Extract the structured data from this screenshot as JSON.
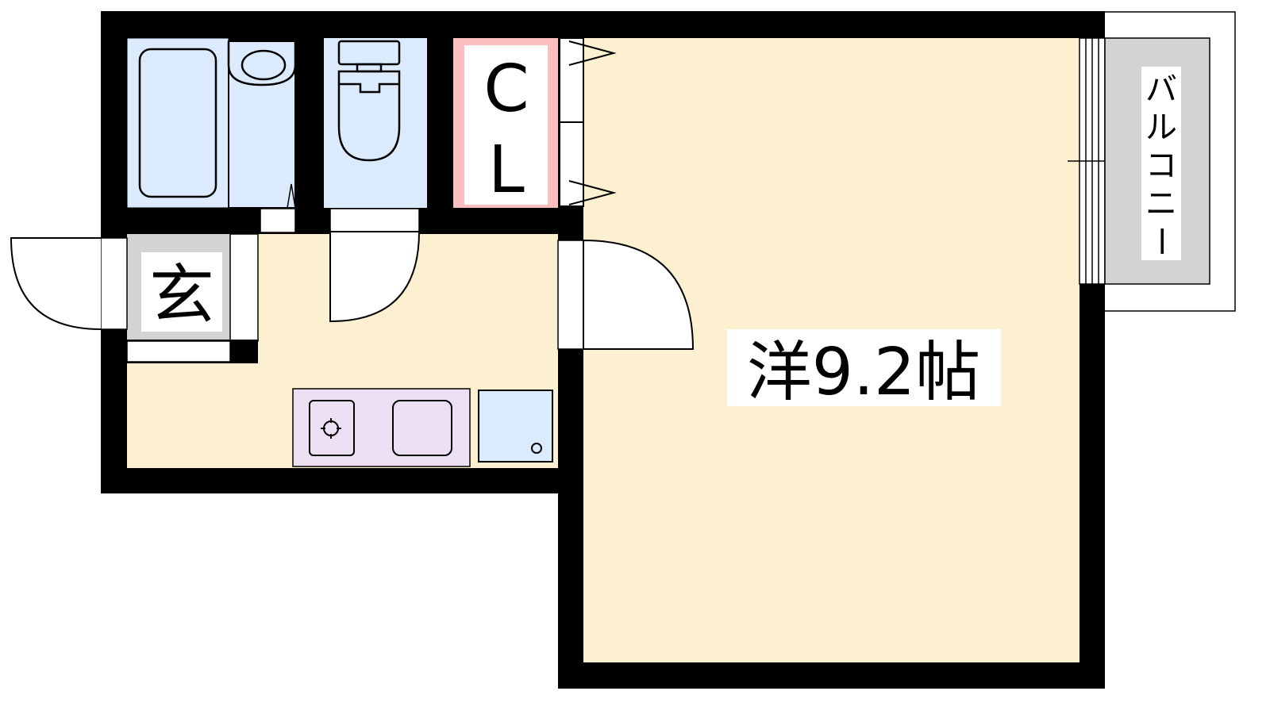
{
  "floor_plan": {
    "rooms": {
      "western_room": {
        "label": "洋9.2帖"
      },
      "closet": {
        "label_top": "C",
        "label_bottom": "L"
      },
      "entrance": {
        "label": "玄"
      },
      "balcony": {
        "label_chars": [
          "バ",
          "ル",
          "コ",
          "ニ",
          "ー"
        ]
      }
    },
    "colors": {
      "wall": "#000000",
      "floor": "#fdf0d0",
      "wet_area": "#dbeafc",
      "closet_border": "#fbbfbf",
      "kitchen": "#ecdff4",
      "entrance": "#d3d3d3",
      "balcony": "#d3d3d3"
    }
  }
}
